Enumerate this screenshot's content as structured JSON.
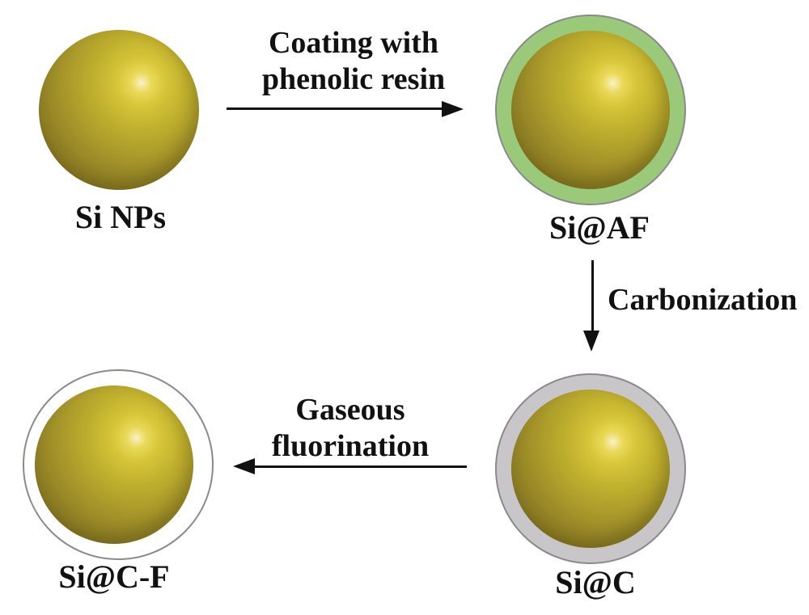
{
  "particles": [
    {
      "id": "si-nps",
      "label": "Si NPs",
      "shell": "none"
    },
    {
      "id": "si-af",
      "label": "Si@AF",
      "shell": "phenolic-resin",
      "shell_color": "#9aca79"
    },
    {
      "id": "si-c",
      "label": "Si@C",
      "shell": "carbon",
      "shell_color": "#c9c6c9"
    },
    {
      "id": "si-cf",
      "label": "Si@C-F",
      "shell": "fluorinated-carbon",
      "shell_color": "#ffffff"
    }
  ],
  "arrows": [
    {
      "id": "step-1",
      "direction": "right",
      "from": "si-nps",
      "to": "si-af",
      "line1": "Coating with",
      "line2": "phenolic resin"
    },
    {
      "id": "step-2",
      "direction": "down",
      "from": "si-af",
      "to": "si-c",
      "line1": "Carbonization"
    },
    {
      "id": "step-3",
      "direction": "left",
      "from": "si-c",
      "to": "si-cf",
      "line1": "Gaseous",
      "line2": "fluorination"
    }
  ],
  "colors": {
    "background": "#ffffff",
    "sphere_highlight": "#f7f3c6",
    "sphere_mid": "#c2b22e",
    "sphere_edge": "#6f6316",
    "resin_shell": "#9aca79",
    "carbon_shell": "#c9c6c9",
    "fluorinated_shell": "#ffffff",
    "shell_outline": "#8a8a8a",
    "arrow_color": "#111111",
    "text_color": "#111111"
  }
}
